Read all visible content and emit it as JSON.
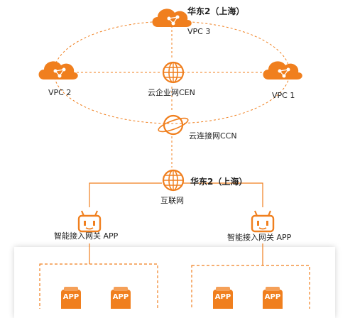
{
  "colors": {
    "accent": "#f07f1e",
    "text": "#222222"
  },
  "regions": {
    "top": "华东2（上海）",
    "middle": "华东2（上海）"
  },
  "nodes": {
    "vpc3": {
      "label": "VPC 3",
      "icon": "cloud-network-icon"
    },
    "vpc2": {
      "label": "VPC 2",
      "icon": "cloud-network-icon"
    },
    "vpc1": {
      "label": "VPC 1",
      "icon": "cloud-network-icon"
    },
    "cen": {
      "label": "云企业网CEN",
      "icon": "globe-icon"
    },
    "ccn": {
      "label": "云连接网CCN",
      "icon": "planet-ring-icon"
    },
    "internet": {
      "label": "互联网",
      "icon": "globe-icon"
    },
    "gateway_left": {
      "label": "智能接入网关 APP",
      "icon": "robot-gateway-icon"
    },
    "gateway_right": {
      "label": "智能接入网关 APP",
      "icon": "robot-gateway-icon"
    }
  },
  "app_badges": [
    "APP",
    "APP",
    "APP",
    "APP"
  ]
}
